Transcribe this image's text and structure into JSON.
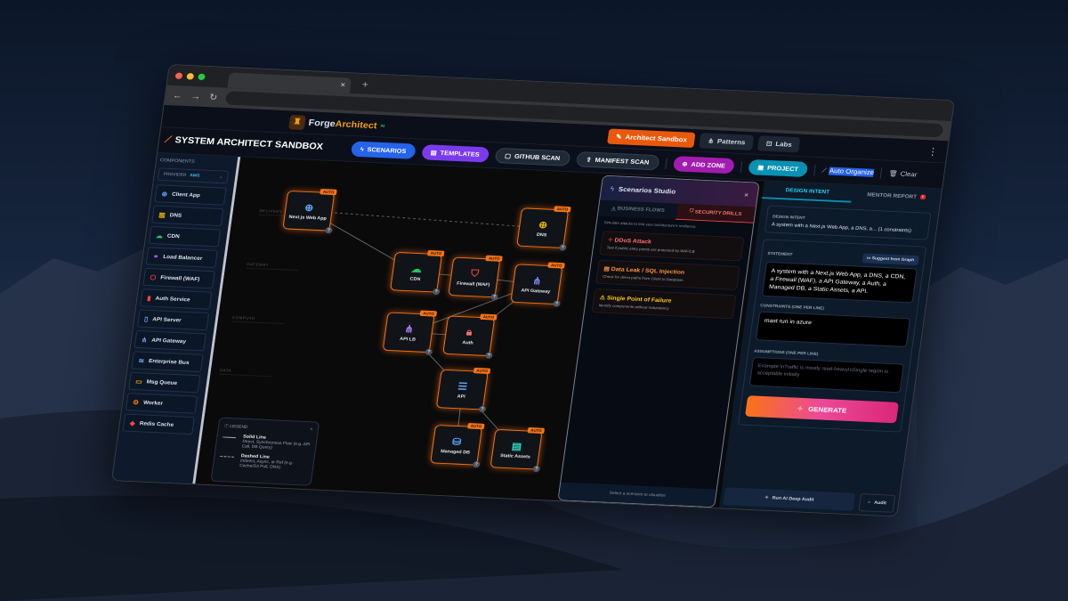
{
  "browser": {
    "tab_close": "×",
    "new_tab": "+",
    "back": "←",
    "forward": "→",
    "reload": "↻",
    "menu": "⋮"
  },
  "app": {
    "logo_icon": "trophy-icon",
    "brand_a": "Forge",
    "brand_b": "Architect",
    "brand_sup": "AI"
  },
  "nav": [
    {
      "label": "Architect Sandbox",
      "icon": "✎",
      "active": true
    },
    {
      "label": "Patterns",
      "icon": "⋔"
    },
    {
      "label": "Labs",
      "icon": "⊡"
    }
  ],
  "page_title": "SYSTEM ARCHITECT SANDBOX",
  "toolbar": {
    "buttons": [
      {
        "label": "SCENARIOS",
        "icon": "ϟ",
        "color": "#2563eb"
      },
      {
        "label": "TEMPLATES",
        "icon": "▤",
        "color": "#7c3aed"
      },
      {
        "label": "GITHUB SCAN",
        "icon": "▢",
        "color": "#1f2937"
      },
      {
        "label": "MANIFEST SCAN",
        "icon": "⇪",
        "color": "#1f2937"
      },
      {
        "label": "ADD ZONE",
        "icon": "⊕",
        "color": "#a21caf"
      },
      {
        "label": "PROJECT",
        "icon": "▣",
        "color": "#0891b2"
      }
    ],
    "auto_organize": "Auto Organize",
    "clear": "Clear"
  },
  "sidebar": {
    "heading": "COMPONENTS",
    "provider_label": "PROVIDER",
    "provider_value": "AWS",
    "items": [
      {
        "label": "Client App",
        "icon": "⊕",
        "color": "#60a5fa"
      },
      {
        "label": "DNS",
        "icon": "▥",
        "color": "#eab308"
      },
      {
        "label": "CDN",
        "icon": "☁",
        "color": "#22c55e"
      },
      {
        "label": "Load Balancer",
        "icon": "⚭",
        "color": "#a855f7"
      },
      {
        "label": "Firewall (WAF)",
        "icon": "⬡",
        "color": "#ef4444"
      },
      {
        "label": "Auth Service",
        "icon": "▮",
        "color": "#ef4444"
      },
      {
        "label": "API Server",
        "icon": "▯",
        "color": "#60a5fa"
      },
      {
        "label": "API Gateway",
        "icon": "⋔",
        "color": "#818cf8"
      },
      {
        "label": "Enterprise Bus",
        "icon": "≋",
        "color": "#60a5fa"
      },
      {
        "label": "Msg Queue",
        "icon": "▭",
        "color": "#f59e0b"
      },
      {
        "label": "Worker",
        "icon": "⚙",
        "color": "#f97316"
      },
      {
        "label": "Redis Cache",
        "icon": "◆",
        "color": "#ef4444"
      }
    ]
  },
  "canvas": {
    "zones": [
      "DELIVERY",
      "GATEWAY",
      "COMPUTE",
      "DATA"
    ],
    "nodes": [
      {
        "id": "web",
        "label": "Next.js Web App",
        "icon": "⊕",
        "color": "#60a5fa",
        "tag": "AUTO"
      },
      {
        "id": "dns",
        "label": "DNS",
        "icon": "⊕",
        "color": "#eab308",
        "tag": "AUTO"
      },
      {
        "id": "cdn",
        "label": "CDN",
        "icon": "☁",
        "color": "#22c55e",
        "tag": "AUTO"
      },
      {
        "id": "waf",
        "label": "Firewall (WAF)",
        "icon": "⛉",
        "color": "#ef4444",
        "tag": "AUTO"
      },
      {
        "id": "gw",
        "label": "API Gateway",
        "icon": "⋔",
        "color": "#818cf8",
        "tag": "AUTO"
      },
      {
        "id": "lb",
        "label": "API LB",
        "icon": "⋔",
        "color": "#c084fc",
        "tag": "AUTO"
      },
      {
        "id": "auth",
        "label": "Auth",
        "icon": "🔒︎",
        "color": "#f87171",
        "tag": "AUTO"
      },
      {
        "id": "api",
        "label": "API",
        "icon": "☰",
        "color": "#60a5fa",
        "tag": "AUTO"
      },
      {
        "id": "db",
        "label": "Managed DB",
        "icon": "⛁",
        "color": "#60a5fa",
        "tag": "AUTO"
      },
      {
        "id": "static",
        "label": "Static Assets",
        "icon": "▤",
        "color": "#2dd4bf",
        "tag": "AUTO"
      }
    ],
    "edges": [
      [
        "web",
        "dns",
        "dashed"
      ],
      [
        "web",
        "cdn",
        "solid"
      ],
      [
        "cdn",
        "waf",
        "solid"
      ],
      [
        "waf",
        "gw",
        "solid"
      ],
      [
        "gw",
        "lb",
        "solid"
      ],
      [
        "gw",
        "auth",
        "solid"
      ],
      [
        "lb",
        "auth",
        "solid"
      ],
      [
        "lb",
        "api",
        "solid"
      ],
      [
        "api",
        "db",
        "solid"
      ],
      [
        "api",
        "static",
        "solid"
      ]
    ],
    "legend": {
      "title": "LEGEND",
      "solid": "Solid Line",
      "solid_desc": "Direct, Synchronous Flow (e.g. API Call, DB Query)",
      "dashed": "Dashed Line",
      "dashed_desc": "Indirect, Async, or Ref (e.g. Cache/S3 Pull, DNS)",
      "close": "×"
    }
  },
  "scenarios": {
    "title": "Scenarios Studio",
    "close": "×",
    "tabs": [
      "BUSINESS FLOWS",
      "SECURITY DRILLS"
    ],
    "subtitle": "Simulate attacks to test your architecture's resilience.",
    "drills": [
      {
        "title": "DDoS Attack",
        "desc": "Test if public entry points are protected by WAF/LB",
        "icon": "✧",
        "color": "#f87171"
      },
      {
        "title": "Data Leak / SQL Injection",
        "desc": "Check for direct paths from Client to Database",
        "icon": "▤",
        "color": "#fb923c"
      },
      {
        "title": "Single Point of Failure",
        "desc": "Identify components without redundancy",
        "icon": "⚠",
        "color": "#facc15"
      }
    ],
    "footer": "Select a scenario to visualize"
  },
  "right": {
    "tabs": [
      "DESIGN INTENT",
      "MENTOR REPORT"
    ],
    "mentor_badge": "!",
    "intent_label": "DESIGN INTENT",
    "intent_summary": "A system with a Next.js Web App, a DNS, a... (1 constraints)",
    "statement_label": "STATEMENT",
    "suggest": "Suggest from Graph",
    "statement": "A system with a Next.js Web App, a DNS, a CDN, a Firewall (WAF), a API Gateway, a Auth, a Managed DB, a Static Assets, a API.",
    "constraints_label": "CONSTRAINTS (ONE PER LINE)",
    "constraints": "mast run in azure",
    "assumptions_label": "ASSUMPTIONS (ONE PER LINE)",
    "assumptions_placeholder": "Example:\\nTraffic is mostly read-heavy\\nSingle region is acceptable initially",
    "generate": "GENERATE",
    "deep_audit": "Run AI Deep Audit",
    "audit": "Audit"
  }
}
